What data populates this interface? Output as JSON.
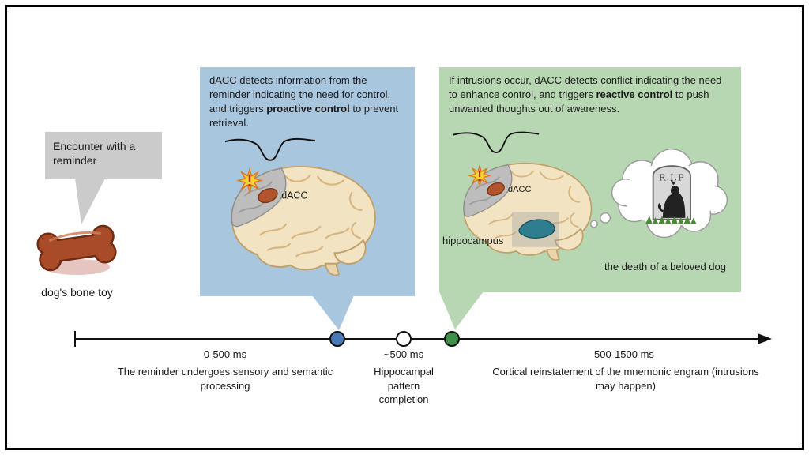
{
  "reminder": {
    "bubble_text": "Encounter with a reminder",
    "bone_label": "dog's bone toy"
  },
  "proactive_panel": {
    "text_pre": "dACC detects information from the reminder indicating the need for control, and triggers ",
    "text_bold": "proactive control",
    "text_post": " to prevent retrieval.",
    "dacc_label": "dACC",
    "bg_color": "#a9c6df"
  },
  "reactive_panel": {
    "text_pre": "If intrusions occur, dACC detects conflict indicating the need to enhance control, and triggers ",
    "text_bold": "reactive control",
    "text_post": " to push unwanted thoughts out of awareness.",
    "dacc_label": "dACC",
    "hippocampus_label": "hippocampus",
    "thought_caption": "the death of a beloved dog",
    "tombstone_text": "R.I.P",
    "bg_color": "#b7d7b2"
  },
  "timeline": {
    "phases": [
      {
        "time": "0-500 ms",
        "description": "The reminder undergoes sensory and semantic processing",
        "dot_color": "#4a79b5"
      },
      {
        "time": "~500 ms",
        "description": "Hippocampal pattern completion",
        "dot_color": "#ffffff"
      },
      {
        "time": "500-1500 ms",
        "description": "Cortical reinstatement of the mnemonic engram (intrusions may happen)",
        "dot_color": "#3f9048"
      }
    ]
  }
}
